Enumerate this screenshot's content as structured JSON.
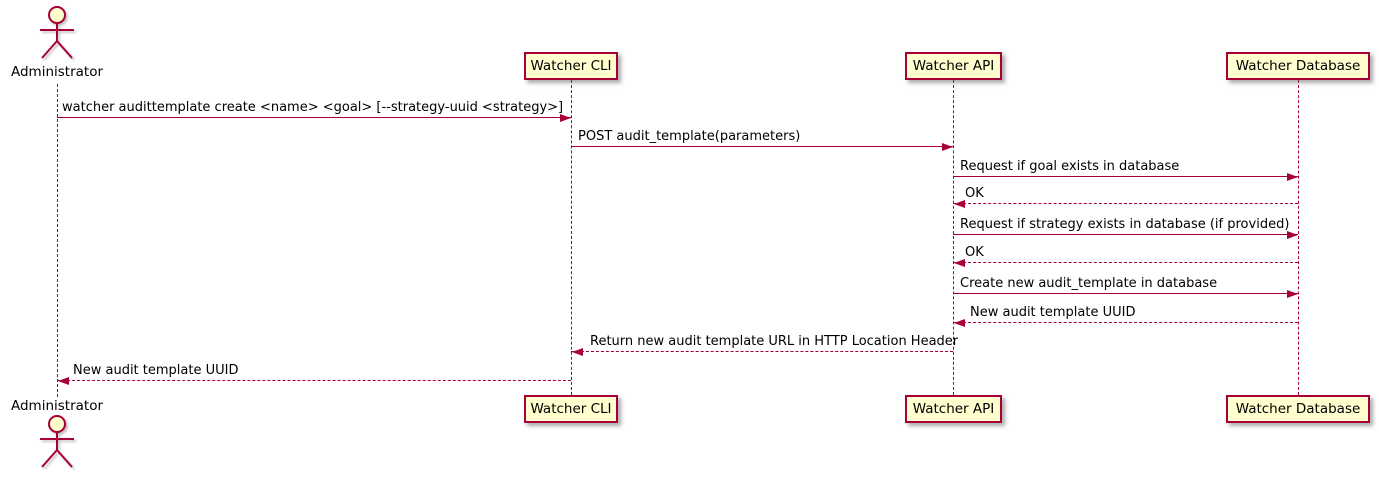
{
  "diagram_type": "sequence-diagram",
  "participants": [
    {
      "label": "Administrator",
      "kind": "actor"
    },
    {
      "label": "Watcher CLI",
      "kind": "participant"
    },
    {
      "label": "Watcher API",
      "kind": "participant"
    },
    {
      "label": "Watcher Database",
      "kind": "participant"
    }
  ],
  "messages": [
    {
      "from": "Administrator",
      "to": "Watcher CLI",
      "label": "watcher audittemplate create <name> <goal> [--strategy-uuid <strategy>]",
      "line": "solid"
    },
    {
      "from": "Watcher CLI",
      "to": "Watcher API",
      "label": "POST audit_template(parameters)",
      "line": "solid"
    },
    {
      "from": "Watcher API",
      "to": "Watcher Database",
      "label": "Request if goal exists in database",
      "line": "solid"
    },
    {
      "from": "Watcher Database",
      "to": "Watcher API",
      "label": "OK",
      "line": "dashed"
    },
    {
      "from": "Watcher API",
      "to": "Watcher Database",
      "label": "Request if strategy exists in database (if provided)",
      "line": "solid"
    },
    {
      "from": "Watcher Database",
      "to": "Watcher API",
      "label": "OK",
      "line": "dashed"
    },
    {
      "from": "Watcher API",
      "to": "Watcher Database",
      "label": "Create new audit_template in database",
      "line": "solid"
    },
    {
      "from": "Watcher Database",
      "to": "Watcher API",
      "label": "New audit template UUID",
      "line": "dashed"
    },
    {
      "from": "Watcher API",
      "to": "Watcher CLI",
      "label": "Return new audit template URL in HTTP Location Header",
      "line": "dashed"
    },
    {
      "from": "Watcher CLI",
      "to": "Administrator",
      "label": "New audit template UUID",
      "line": "dashed"
    }
  ],
  "colors": {
    "accent": "#A80036",
    "participant_fill": "#FEFECE",
    "text": "#000000",
    "background": "#FFFFFF"
  }
}
